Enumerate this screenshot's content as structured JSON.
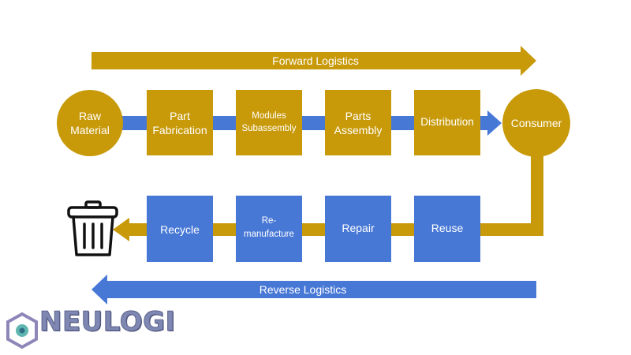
{
  "diagram": {
    "forward_label": "Forward Logistics",
    "reverse_label": "Reverse Logistics",
    "raw_material": [
      "Raw",
      "Material"
    ],
    "part_fabrication": [
      "Part",
      "Fabrication"
    ],
    "modules_subassembly": [
      "Modules",
      "Subassembly"
    ],
    "parts_assembly": [
      "Parts",
      "Assembly"
    ],
    "distribution": "Distribution",
    "consumer": "Consumer",
    "reuse": "Reuse",
    "repair": "Repair",
    "remanufacture": [
      "Re-",
      "manufacture"
    ],
    "recycle": "Recycle",
    "trash_icon": "trash-bin-icon"
  },
  "logo": {
    "text": "NEULOGI",
    "icon": "hexagon-logo-icon"
  },
  "colors": {
    "gold": "#c89a0a",
    "blue": "#4878d6",
    "white": "#ffffff"
  }
}
